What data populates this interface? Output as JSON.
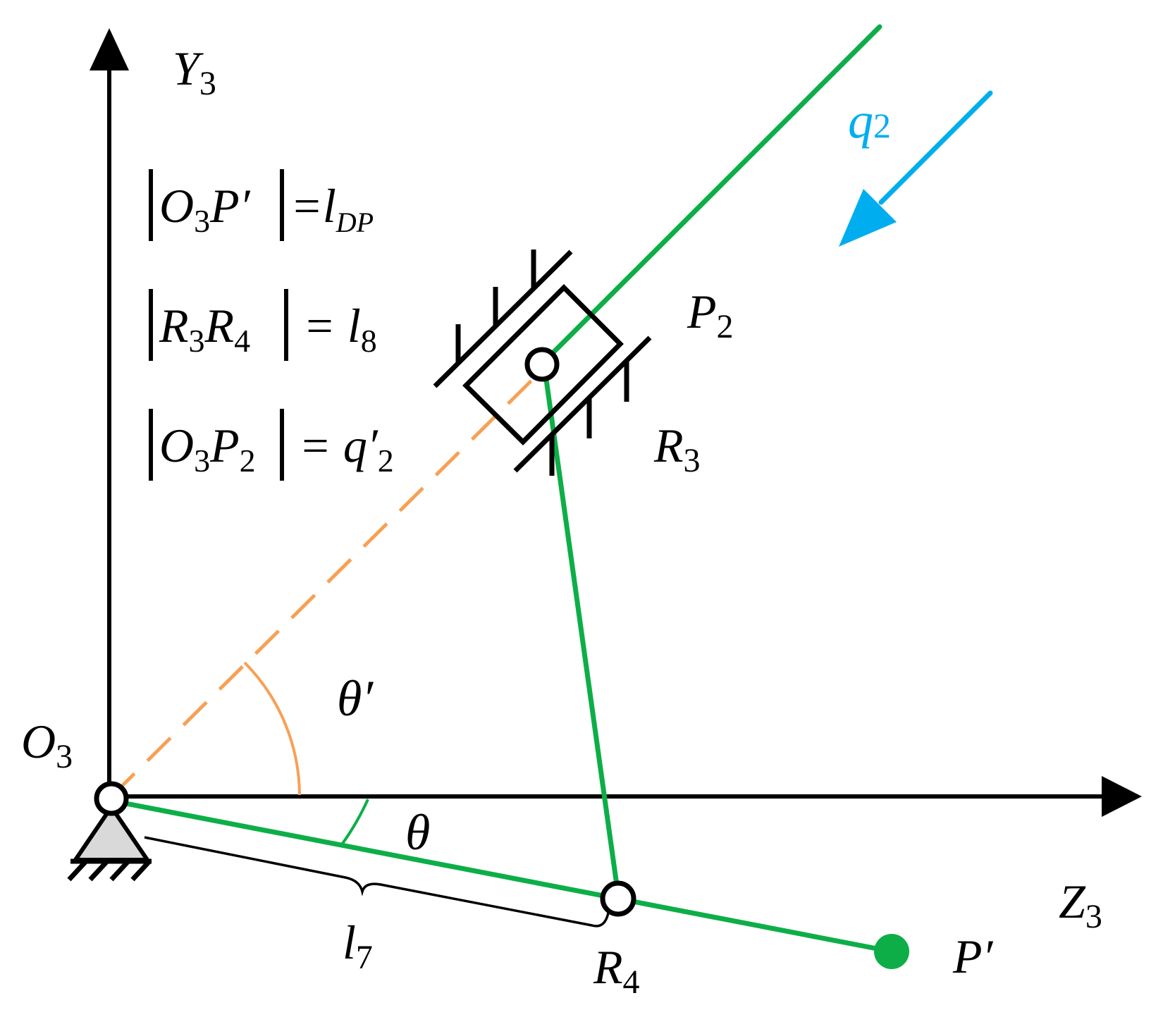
{
  "labels": {
    "y_axis": "Y",
    "y_axis_sub": "3",
    "z_axis": "Z",
    "z_axis_sub": "3",
    "origin": "O",
    "origin_sub": "3",
    "p2": "P",
    "p2_sub": "2",
    "r3": "R",
    "r3_sub": "3",
    "r4": "R",
    "r4_sub": "4",
    "p_prime": "P′",
    "q2": "q",
    "q2_sub": "2",
    "theta": "θ",
    "theta_prime": "θ′",
    "l7": "l",
    "l7_sub": "7"
  },
  "formulas": {
    "f1_o": "O",
    "f1_o_sub": "3",
    "f1_p": "P′",
    "f1_eq": "=l",
    "f1_rhs_sub": "DP",
    "f2_r3": "R",
    "f2_r3_sub": "3",
    "f2_r4": "R",
    "f2_r4_sub": "4",
    "f2_eq": "= l",
    "f2_rhs_sub": "8",
    "f3_o": "O",
    "f3_o_sub": "3",
    "f3_p": "P",
    "f3_p_sub": "2",
    "f3_eq": "= q′",
    "f3_rhs_sub": "2"
  },
  "colors": {
    "link": "#0DAE48",
    "dashed_line": "#F7A054",
    "q2_arrow": "#00AEEF",
    "base": "#D9D9D9"
  }
}
